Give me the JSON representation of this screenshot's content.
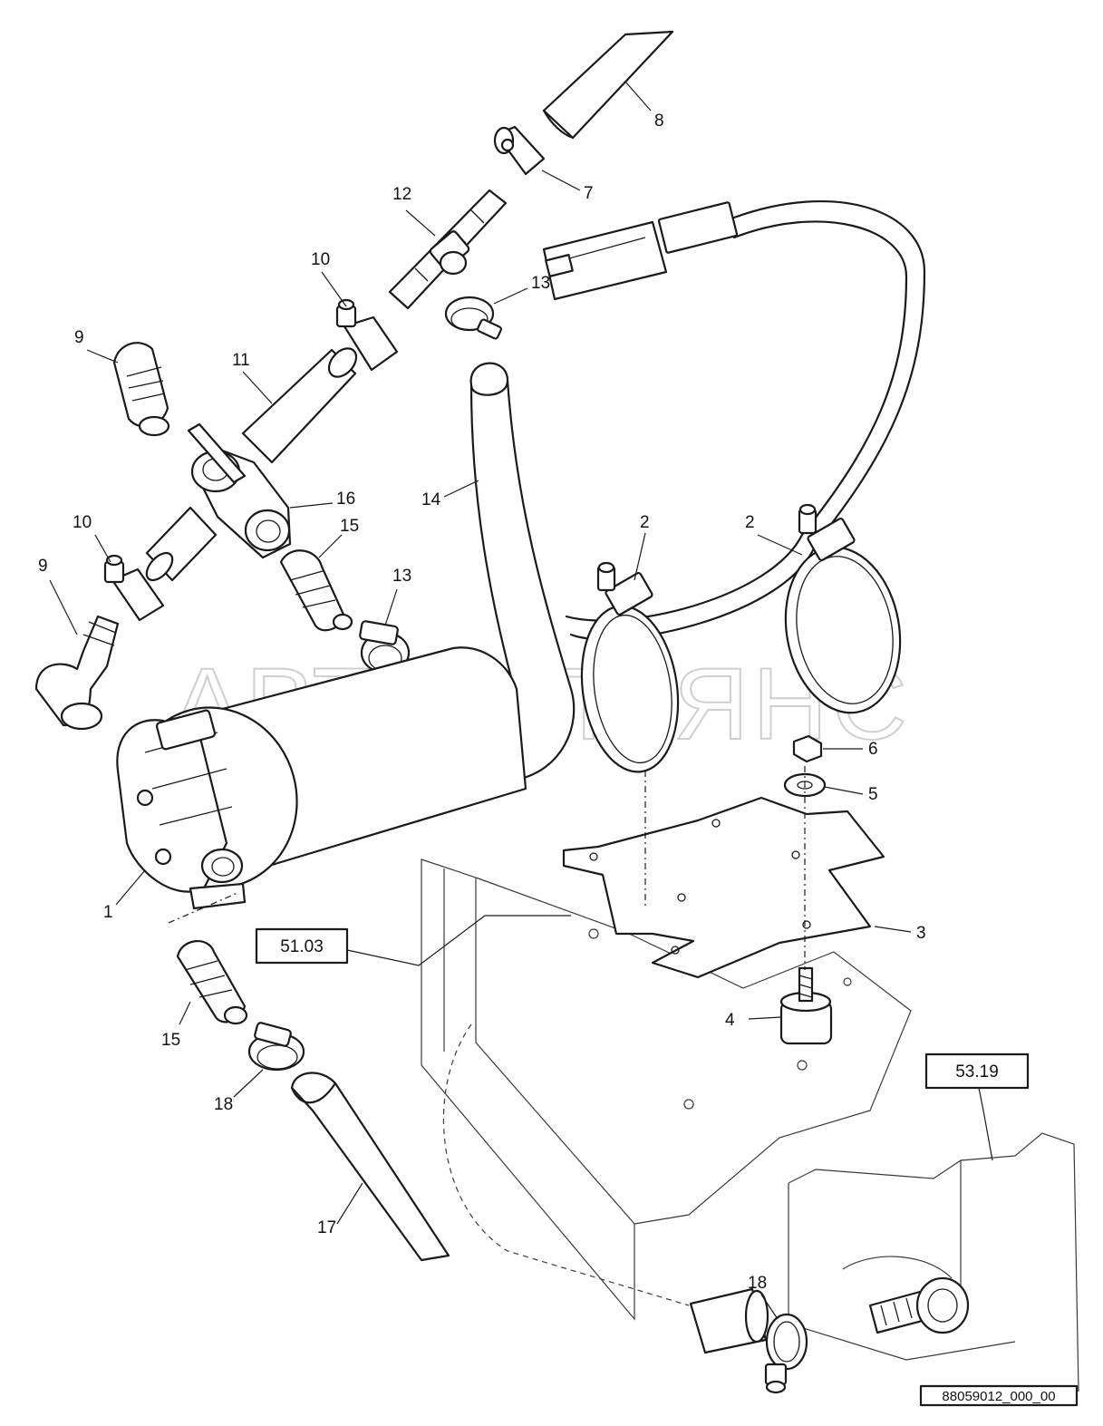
{
  "watermark": "АВТОАЛЬЯНС",
  "reference_boxes": [
    {
      "id": "ref-51-03",
      "text": "51.03"
    },
    {
      "id": "ref-53-19",
      "text": "53.19"
    }
  ],
  "drawing_number": "88059012_000_00",
  "callouts": {
    "c1": "1",
    "c2a": "2",
    "c2b": "2",
    "c3": "3",
    "c4": "4",
    "c5": "5",
    "c6": "6",
    "c7": "7",
    "c8": "8",
    "c9a": "9",
    "c9b": "9",
    "c10a": "10",
    "c10b": "10",
    "c11": "11",
    "c12": "12",
    "c13a": "13",
    "c13b": "13",
    "c14": "14",
    "c15a": "15",
    "c15b": "15",
    "c16": "16",
    "c17": "17",
    "c18a": "18",
    "c18b": "18"
  }
}
